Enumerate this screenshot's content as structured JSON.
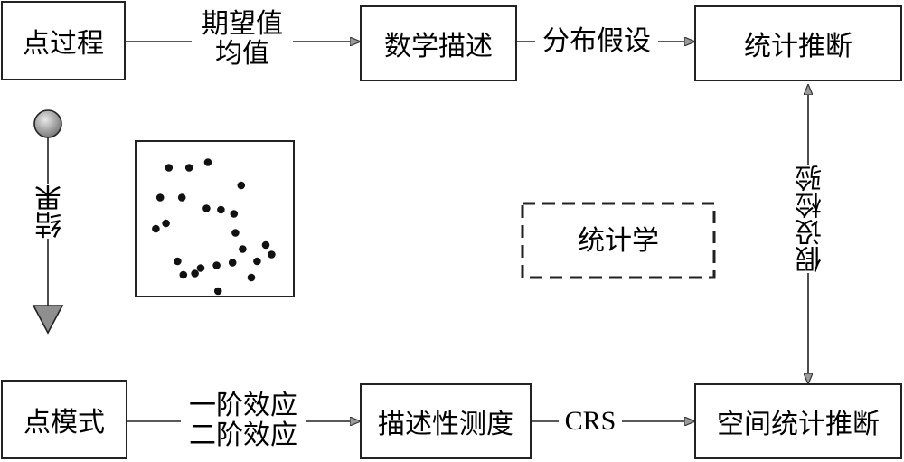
{
  "nodes": {
    "point_process": "点过程",
    "math_description": "数学描述",
    "statistical_inference": "统计推断",
    "point_pattern": "点模式",
    "descriptive_measure": "描述性测度",
    "spatial_statistical_inference": "空间统计推断",
    "statistics": "统计学"
  },
  "edge_labels": {
    "expectation": "期望值",
    "mean": "均值",
    "distribution_assumption": "分布假设",
    "first_order_effect": "一阶效应",
    "second_order_effect": "二阶效应",
    "crs": "CRS",
    "hypothesis_test": "假设检验",
    "result": "结果"
  },
  "scatter_points": [
    [
      0.18,
      0.17
    ],
    [
      0.32,
      0.17
    ],
    [
      0.45,
      0.13
    ],
    [
      0.68,
      0.3
    ],
    [
      0.12,
      0.39
    ],
    [
      0.27,
      0.39
    ],
    [
      0.44,
      0.47
    ],
    [
      0.54,
      0.48
    ],
    [
      0.63,
      0.51
    ],
    [
      0.16,
      0.58
    ],
    [
      0.09,
      0.62
    ],
    [
      0.64,
      0.65
    ],
    [
      0.69,
      0.77
    ],
    [
      0.85,
      0.74
    ],
    [
      0.89,
      0.81
    ],
    [
      0.79,
      0.86
    ],
    [
      0.24,
      0.86
    ],
    [
      0.4,
      0.91
    ],
    [
      0.51,
      0.89
    ],
    [
      0.62,
      0.87
    ],
    [
      0.36,
      0.95
    ],
    [
      0.28,
      0.96
    ],
    [
      0.75,
      0.98
    ],
    [
      0.52,
      1.08
    ]
  ]
}
